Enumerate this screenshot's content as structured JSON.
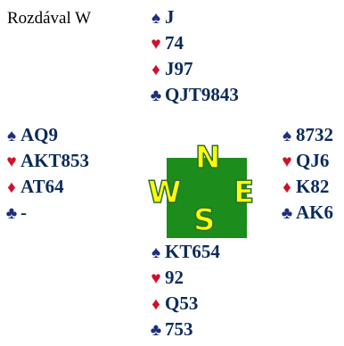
{
  "dealer_text": "Rozdával W",
  "suits": {
    "spades": "♠",
    "hearts": "♥",
    "diamonds": "♦",
    "clubs": "♣"
  },
  "hands": {
    "north": {
      "spades": "J",
      "hearts": "74",
      "diamonds": "J97",
      "clubs": "QJT9843"
    },
    "west": {
      "spades": "AQ9",
      "hearts": "AKT853",
      "diamonds": "AT64",
      "clubs": "-"
    },
    "east": {
      "spades": "8732",
      "hearts": "QJ6",
      "diamonds": "K82",
      "clubs": "AK6"
    },
    "south": {
      "spades": "KT654",
      "hearts": "92",
      "diamonds": "Q53",
      "clubs": "753"
    }
  },
  "compass": {
    "n": "N",
    "w": "W",
    "e": "E",
    "s": "S"
  },
  "colors": {
    "black_suit": "#1f2f7a",
    "red_suit": "#d0102a",
    "compass_bg": "#1c8c1c",
    "compass_letter": "#ffff00"
  }
}
